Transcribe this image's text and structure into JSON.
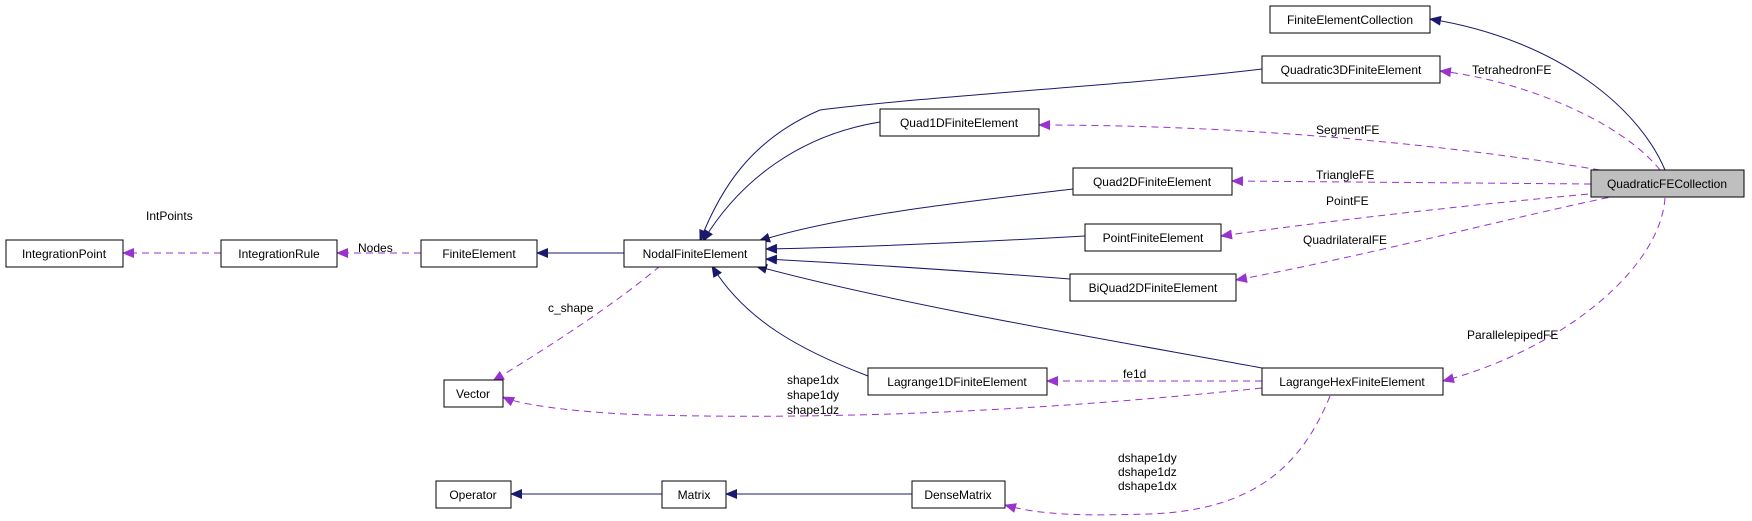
{
  "nodes": {
    "IntegrationPoint": "IntegrationPoint",
    "IntegrationRule": "IntegrationRule",
    "FiniteElement": "FiniteElement",
    "NodalFiniteElement": "NodalFiniteElement",
    "Vector": "Vector",
    "Operator": "Operator",
    "Matrix": "Matrix",
    "DenseMatrix": "DenseMatrix",
    "FiniteElementCollection": "FiniteElementCollection",
    "Quadratic3DFiniteElement": "Quadratic3DFiniteElement",
    "Quad1DFiniteElement": "Quad1DFiniteElement",
    "Quad2DFiniteElement": "Quad2DFiniteElement",
    "PointFiniteElement": "PointFiniteElement",
    "BiQuad2DFiniteElement": "BiQuad2DFiniteElement",
    "Lagrange1DFiniteElement": "Lagrange1DFiniteElement",
    "LagrangeHexFiniteElement": "LagrangeHexFiniteElement",
    "QuadraticFECollection": "QuadraticFECollection"
  },
  "edge_labels": {
    "IntPoints": "IntPoints",
    "Nodes": "Nodes",
    "c_shape": "c_shape",
    "TetrahedronFE": "TetrahedronFE",
    "SegmentFE": "SegmentFE",
    "TriangleFE": "TriangleFE",
    "PointFE": "PointFE",
    "QuadrilateralFE": "QuadrilateralFE",
    "ParallelepipedFE": "ParallelepipedFE",
    "fe1d": "fe1d",
    "shape1d": [
      "shape1dx",
      "shape1dy",
      "shape1dz"
    ],
    "dshape1d": [
      "dshape1dy",
      "dshape1dz",
      "dshape1dx"
    ]
  },
  "colors": {
    "inheritance": "#191970",
    "usage": "#9a32cd",
    "focus_fill": "#bfbfbf"
  }
}
